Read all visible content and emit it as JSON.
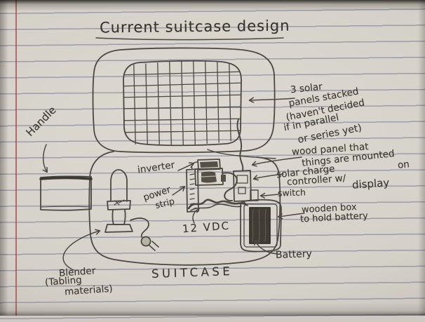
{
  "page": {
    "title": "Current suitcase design"
  },
  "labels": {
    "handle": "Handle",
    "inverter": "inverter",
    "power_strip_line1": "power",
    "power_strip_line2": "strip",
    "twelve_vdc": "12 VDC",
    "suitcase": "SUITCASE",
    "blender_line1": "Blender",
    "blender_line2": "(Tabling",
    "blender_line3": "materials)",
    "solar_line1": "3 solar",
    "solar_line2": "panels stacked",
    "solar_line3": "(haven't decided",
    "solar_line4": "if in parallel",
    "solar_line5": "or series yet)",
    "wood_panel_line1": "wood panel that",
    "wood_panel_line2": "things are mounted",
    "wood_panel_line3": "on",
    "controller_line1": "solar charge",
    "controller_line2": "controller w/",
    "controller_line3": "display",
    "switch": "switch",
    "wooden_box_line1": "wooden box",
    "wooden_box_line2": "to hold battery",
    "battery": "Battery"
  },
  "colors": {
    "paper": "#d6d1c8",
    "rule_line": "#6c7094",
    "margin_line": "#a44a4a",
    "ink": "#45403a"
  }
}
